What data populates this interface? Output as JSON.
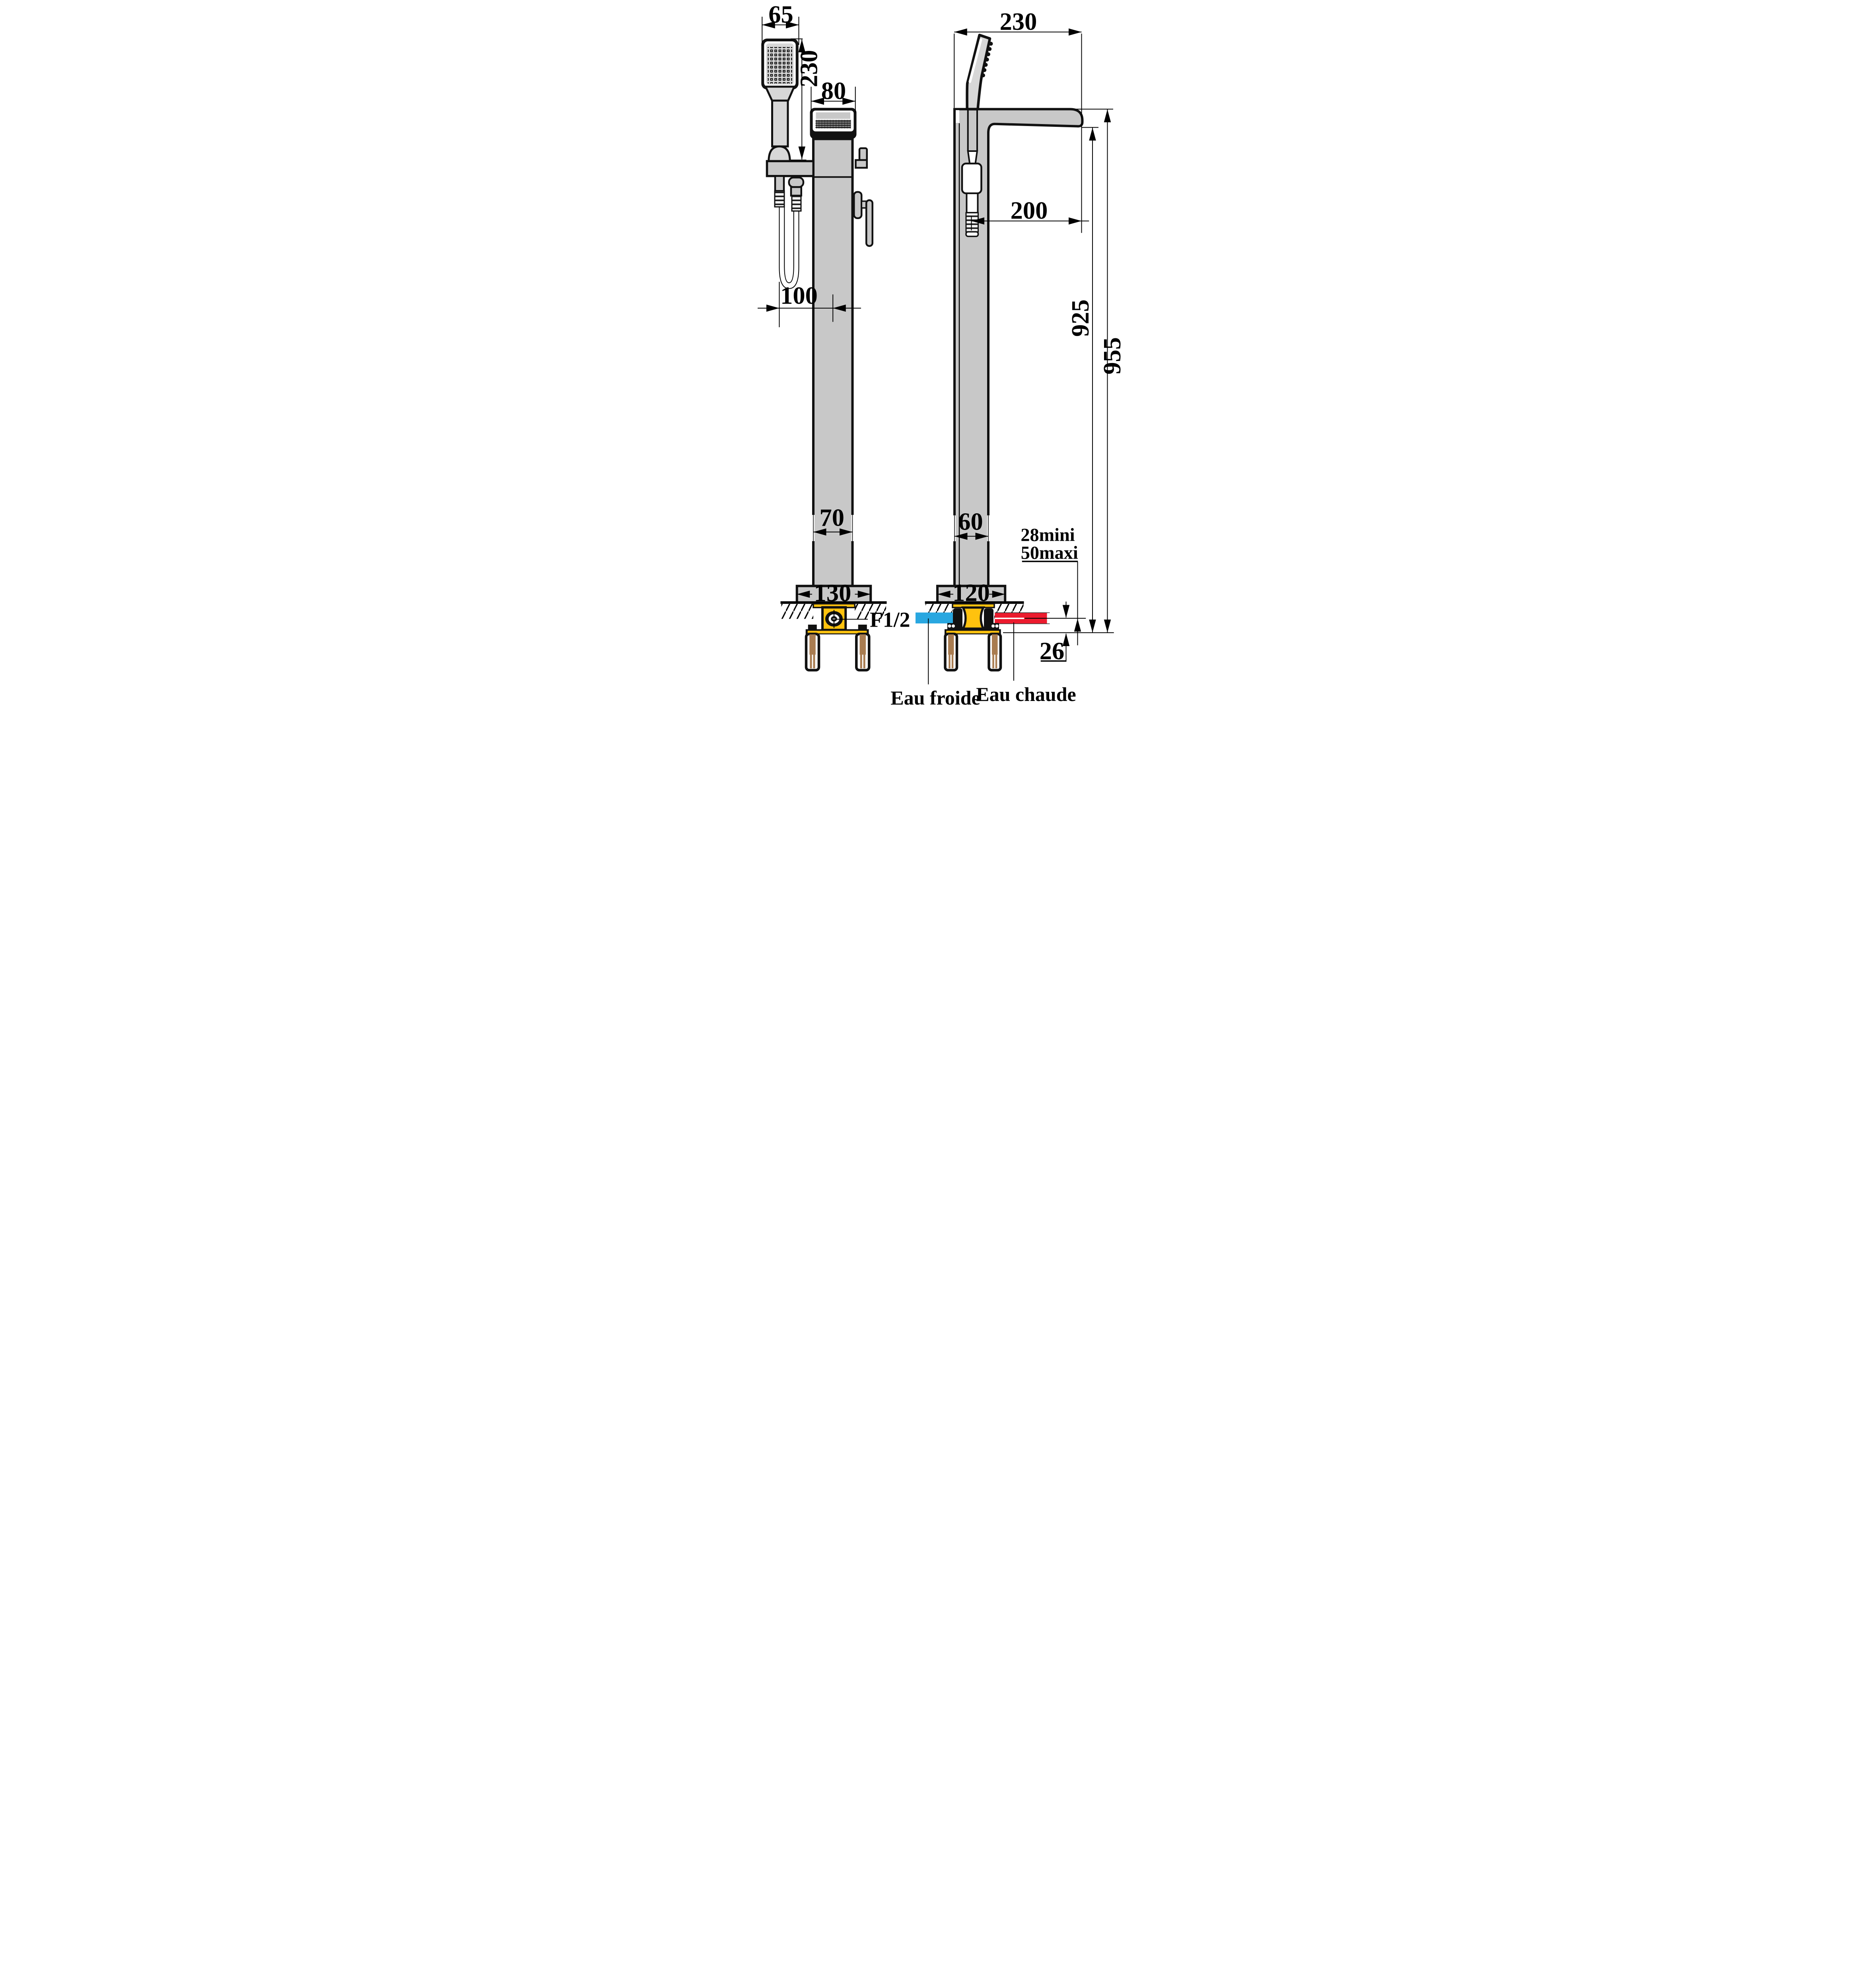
{
  "drawing": {
    "type": "technical-dimension-diagram",
    "subject": "freestanding floor-mounted bath mixer tap, two views",
    "views": [
      "front view with hand shower",
      "side view with spout"
    ]
  },
  "dims": {
    "shower_head_width": "65",
    "shower_head_height": "230",
    "spout_face_width": "80",
    "hose_loop_offset": "100",
    "column_width_front": "70",
    "base_width_front": "130",
    "spout_reach": "230",
    "spout_offset": "200",
    "height_spout_underside": "925",
    "height_total": "955",
    "column_width_side": "60",
    "floor_clearance_min": "28mini",
    "floor_clearance_max": "50maxi",
    "base_width_side": "120",
    "pipe_axis_offset": "26",
    "connection_thread": "F1/2"
  },
  "labels": {
    "cold_water": "Eau froide",
    "hot_water": "Eau chaude"
  },
  "colors": {
    "cold": "#29A7E0",
    "hot": "#EC1B2E",
    "brass": "#FFC20E",
    "anchor": "#A97C50",
    "body": "#C8C8C8",
    "outline": "#111111"
  }
}
